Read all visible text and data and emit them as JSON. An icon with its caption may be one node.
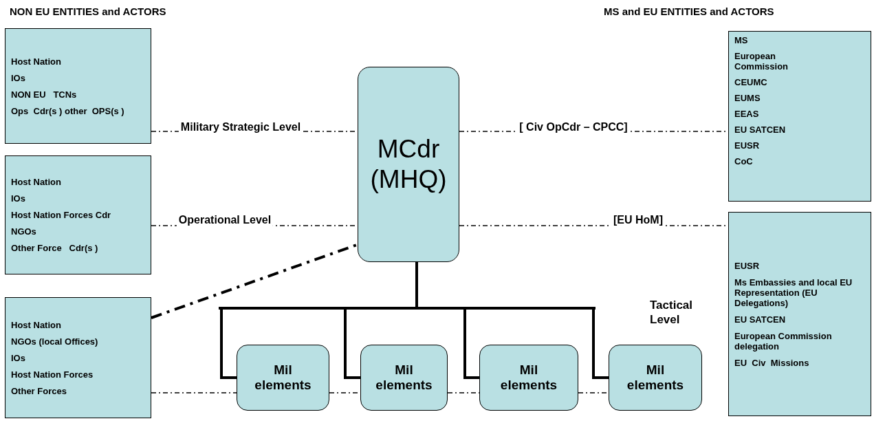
{
  "diagram": {
    "nodes": [
      {
        "text": [
          "Host Nation",
          "IOs",
          "NON EU   TCNs",
          "Ops  Cdr(s ) other  OPS(s )"
        ]
      },
      {
        "text": [
          "Host Nation",
          "IOs",
          "Host Nation Forces Cdr",
          "NGOs",
          "Other Force   Cdr(s )"
        ]
      },
      {
        "text": [
          "Host Nation",
          "NGOs (local Offices)",
          "IOs",
          "Host Nation Forces",
          "Other Forces"
        ]
      },
      {
        "text": [
          "MCdr (MHQ)"
        ]
      },
      {
        "text": [
          "MS",
          "European Commission",
          "CEUMC",
          "EUMS",
          "EEAS",
          "EU SATCEN",
          "EUSR",
          "CoC"
        ]
      },
      {
        "text": [
          "EUSR",
          "Ms Embassies and local EU Representation (EU Delegations)",
          "EU SATCEN",
          "European Commission delegation",
          "EU  Civ  Missions"
        ]
      },
      {
        "text": [
          "Mil elements"
        ]
      },
      {
        "text": [
          "Mil elements"
        ]
      },
      {
        "text": [
          "Mil elements"
        ]
      },
      {
        "text": [
          "Mil elements"
        ]
      }
    ],
    "edges": [
      {
        "from": 0,
        "to": 3,
        "arrow": "none",
        "label": "Military Strategic Level",
        "style": "dashed"
      },
      {
        "from": 3,
        "to": 4,
        "arrow": "none",
        "label": "[ Civ OpCdr – CPCC]",
        "style": "dashed"
      },
      {
        "from": 1,
        "to": 3,
        "arrow": "none",
        "label": "Operational Level",
        "style": "dashed"
      },
      {
        "from": 3,
        "to": 5,
        "arrow": "none",
        "label": "[EU HoM]",
        "style": "dashed"
      },
      {
        "from": 2,
        "to": 3,
        "arrow": "none",
        "style": "dashed"
      },
      {
        "from": 3,
        "to": 6,
        "arrow": "none",
        "style": "thick"
      },
      {
        "from": 3,
        "to": 7,
        "arrow": "none",
        "style": "thick"
      },
      {
        "from": 3,
        "to": 8,
        "arrow": "none",
        "style": "thick"
      },
      {
        "from": 3,
        "to": 9,
        "arrow": "none",
        "style": "thick"
      },
      {
        "from": 2,
        "to": 6,
        "arrow": "none",
        "style": "dashed"
      },
      {
        "from": 6,
        "to": 7,
        "arrow": "none",
        "style": "dashed"
      },
      {
        "from": 7,
        "to": 8,
        "arrow": "none",
        "style": "dashed"
      },
      {
        "from": 8,
        "to": 9,
        "arrow": "none",
        "style": "dashed"
      }
    ],
    "labels": [
      "NON EU ENTITIES and ACTORS",
      "MS and EU ENTITIES and ACTORS",
      "Tactical Level"
    ]
  }
}
